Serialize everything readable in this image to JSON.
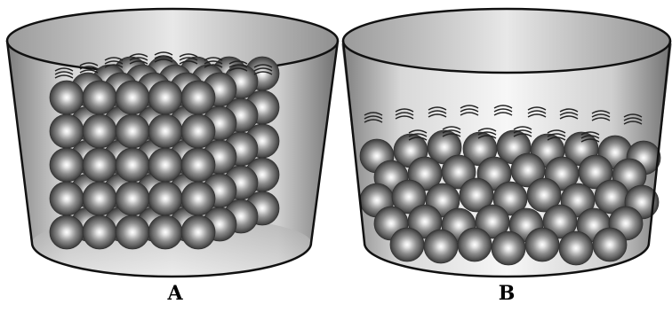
{
  "panels": [
    {
      "label": "A",
      "arrangement": "ordered"
    },
    {
      "label": "B",
      "arrangement": "disordered"
    }
  ],
  "colors": {
    "container_outline": "#111111",
    "container_light": "#f4f4f4",
    "container_dark": "#8a8a8a",
    "sphere_center": "#ffffff",
    "sphere_edge": "#3a3a3a",
    "motion_lines": "#222222"
  }
}
